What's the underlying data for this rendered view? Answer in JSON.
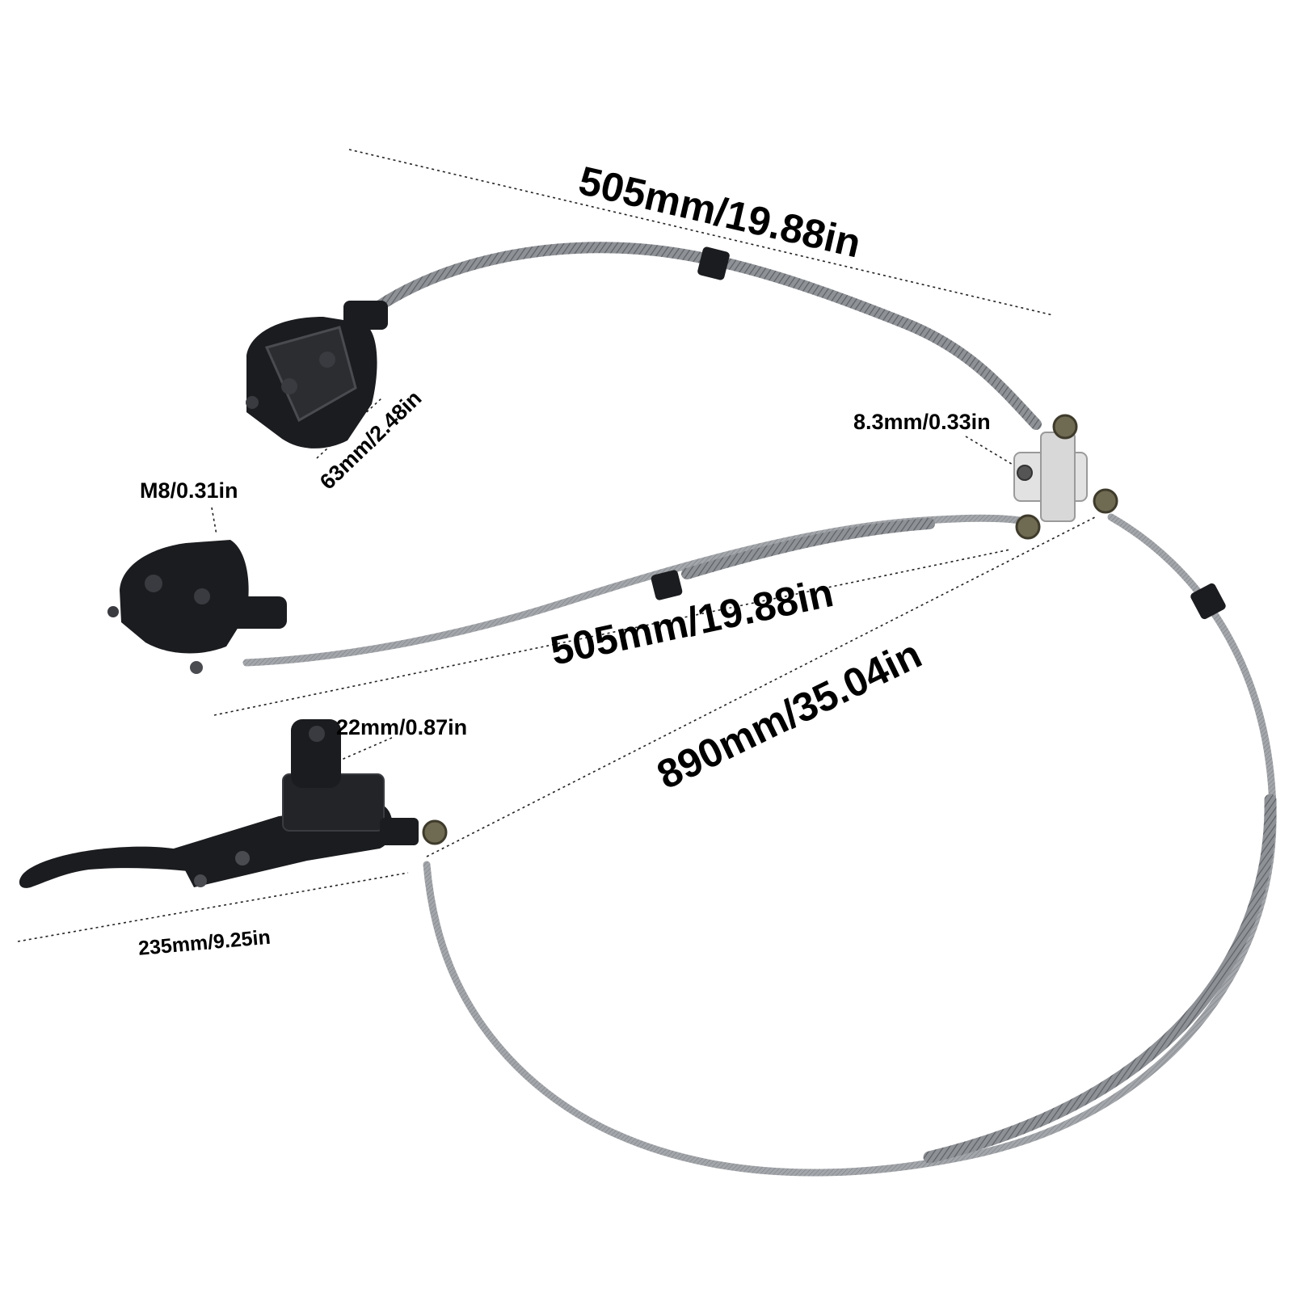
{
  "dimensions": {
    "top_hose": "505mm/19.88in",
    "middle_hose": "505mm/19.88in",
    "long_hose": "890mm/35.04in",
    "caliper_width": "63mm/2.48in",
    "banjo_hole": "8.3mm/0.33in",
    "caliper_bolt": "M8/0.31in",
    "clamp_diameter": "22mm/0.87in",
    "lever_length": "235mm/9.25in"
  },
  "colors": {
    "hose": "#8e9196",
    "hose_dark": "#55585c",
    "part_black": "#1b1c1f",
    "part_highlight": "#3a3b40",
    "splitter": "#e2e2e2",
    "dimension_line": "#222222"
  }
}
